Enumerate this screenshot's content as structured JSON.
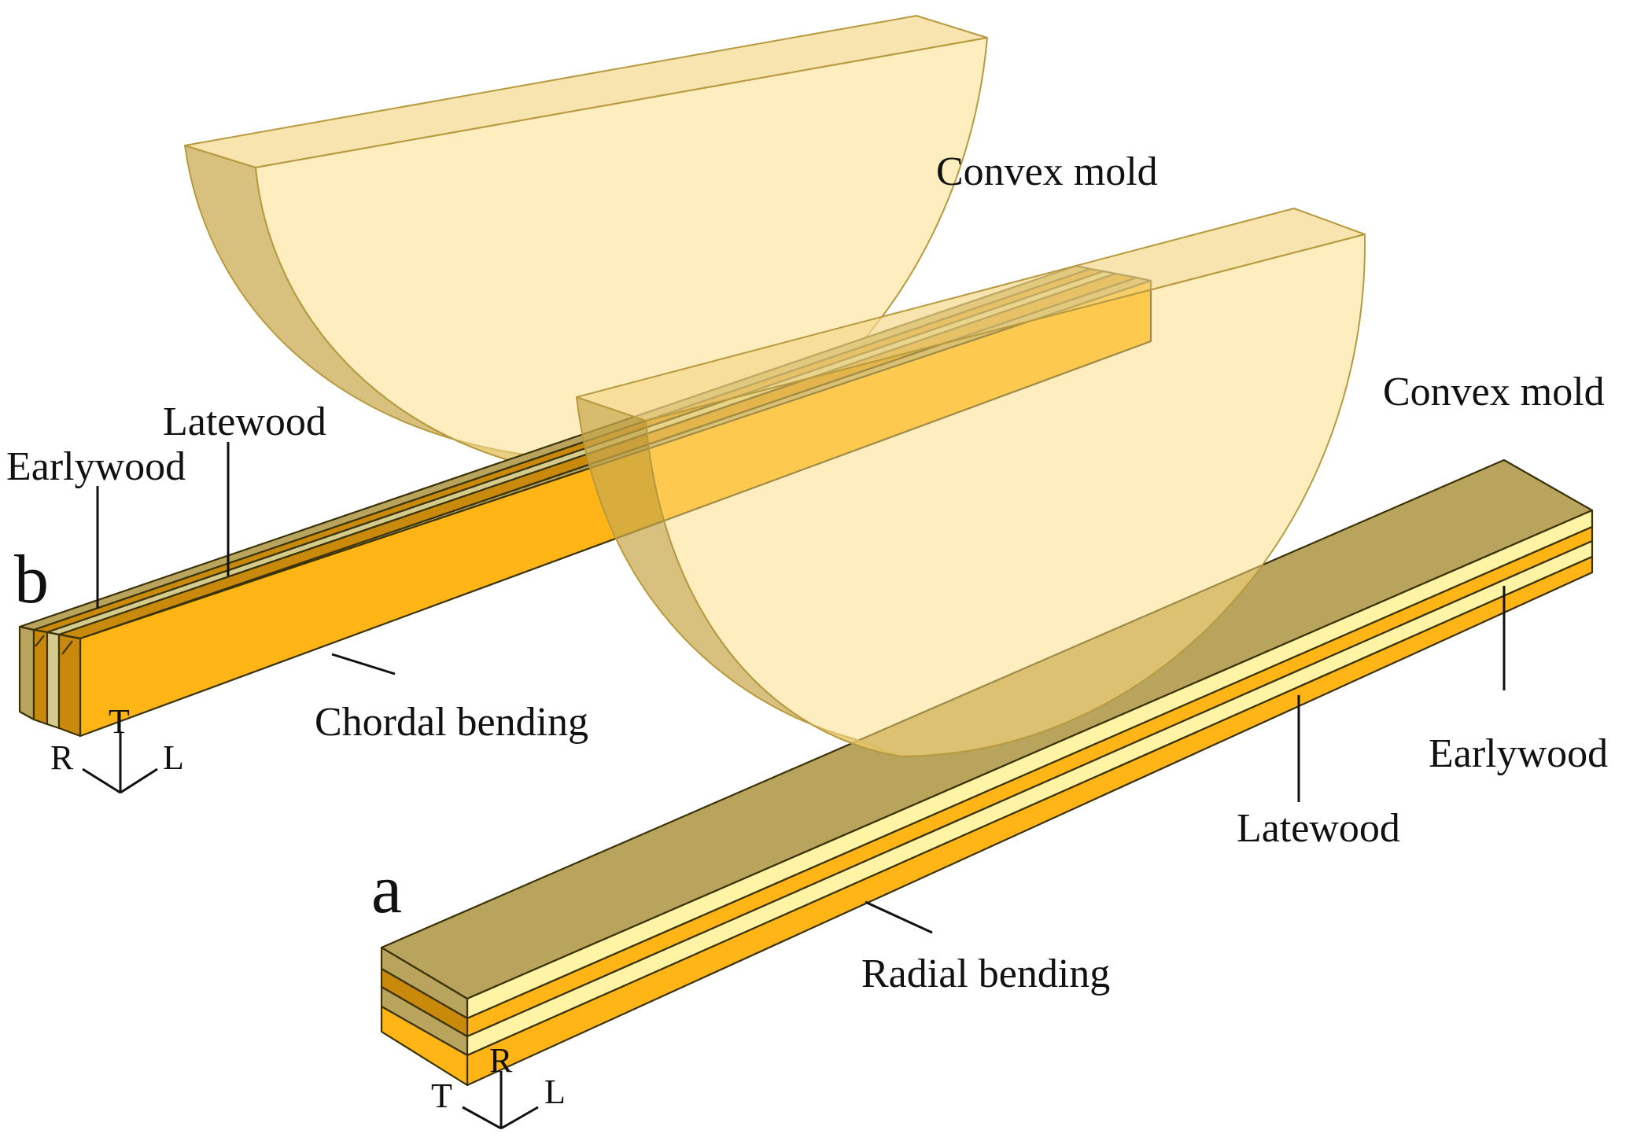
{
  "panels": {
    "a": "a",
    "b": "b"
  },
  "mold": {
    "back_label": "Convex mold",
    "front_label": "Convex mold"
  },
  "beam_b": {
    "title": "Chordal bending",
    "earlywood_label": "Earlywood",
    "latewood_label": "Latewood",
    "axes": {
      "t": "T",
      "r": "R",
      "l": "L"
    }
  },
  "beam_a": {
    "title": "Radial bending",
    "earlywood_label": "Earlywood",
    "latewood_label": "Latewood",
    "axes": {
      "t": "T",
      "r": "R",
      "l": "L"
    }
  },
  "colors": {
    "wood_top": "#b8a45c",
    "earlywood": "#ffb515",
    "latewood": "#c98a0c",
    "earlywood_light": "#fff3a6",
    "mold": "#fcd96d"
  }
}
